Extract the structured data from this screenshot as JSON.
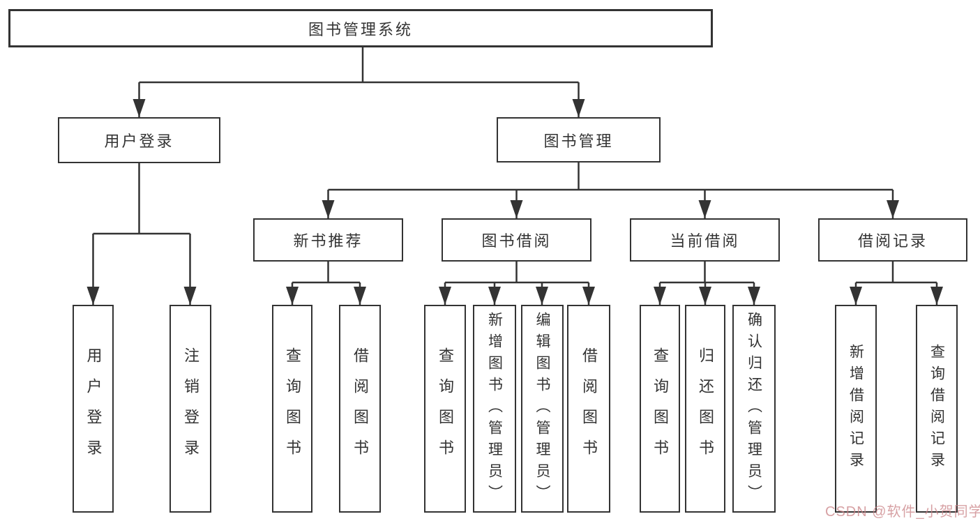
{
  "tree": {
    "root": "图书管理系统",
    "user_login": {
      "label": "用户登录",
      "children": [
        "用户登录",
        "注销登录"
      ]
    },
    "book_mgmt": {
      "label": "图书管理",
      "sections": [
        {
          "label": "新书推荐",
          "children": [
            "查询图书",
            "借阅图书"
          ]
        },
        {
          "label": "图书借阅",
          "children": [
            "查询图书",
            "新增图书（管理员）",
            "编辑图书（管理员）",
            "借阅图书"
          ]
        },
        {
          "label": "当前借阅",
          "children": [
            "查询图书",
            "归还图书",
            "确认归还（管理员）"
          ]
        },
        {
          "label": "借阅记录",
          "children": [
            "新增借阅记录",
            "查询借阅记录"
          ]
        }
      ]
    }
  },
  "watermark": "CSDN @软件_小贺同学",
  "colors": {
    "line": "#333333",
    "text": "#333333",
    "background": "#ffffff",
    "watermark": "#c98286"
  }
}
